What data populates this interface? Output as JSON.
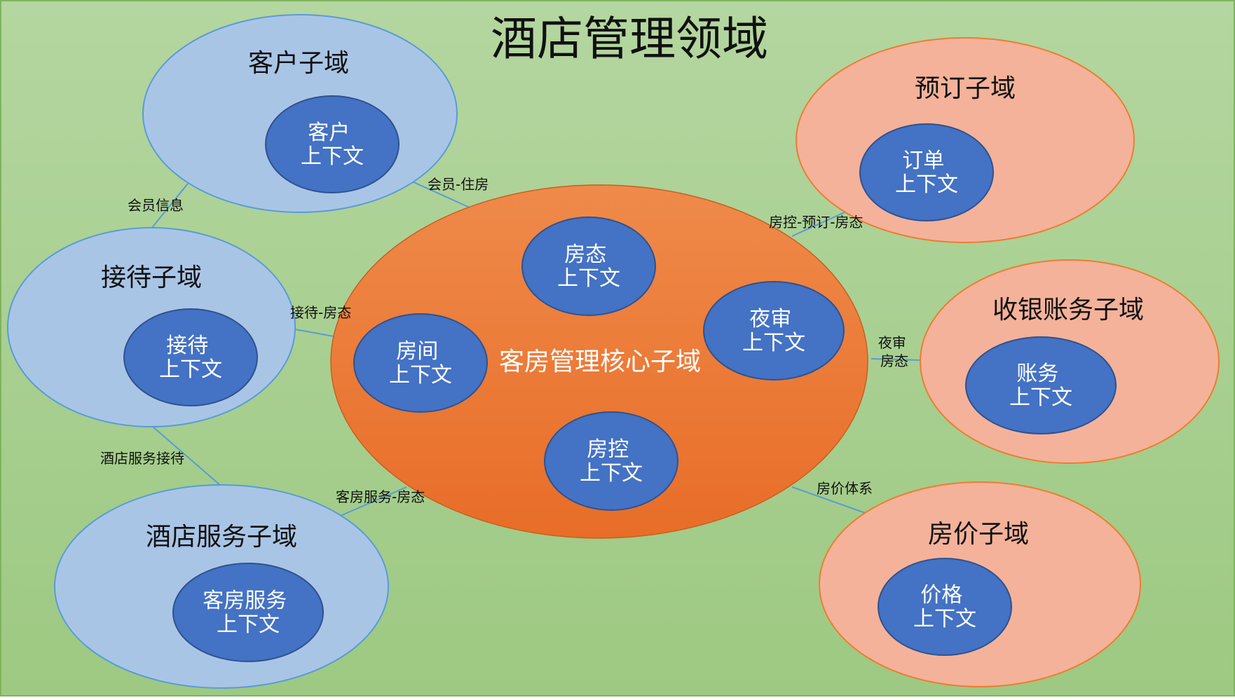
{
  "title": "酒店管理领域",
  "colors": {
    "background": "#a9d18e",
    "supporting_domain_fill": "#a9c5e6",
    "supporting_domain_stroke": "#5b9bd5",
    "generic_domain_fill": "#f4b29a",
    "generic_domain_stroke": "#ed7d31",
    "core_domain_fill": "#ed7d31",
    "context_fill": "#4472c4",
    "context_stroke": "#2f528f",
    "link_stroke": "#5b9bd5"
  },
  "core": {
    "label": "客房管理核心子域",
    "contexts": {
      "room_state": [
        "房态",
        "上下文"
      ],
      "room": [
        "房间",
        "上下文"
      ],
      "night_audit": [
        "夜审",
        "上下文"
      ],
      "room_control": [
        "房控",
        "上下文"
      ]
    }
  },
  "subdomains": {
    "customer": {
      "label": "客户子域",
      "context": [
        "客户",
        "上下文"
      ]
    },
    "reception": {
      "label": "接待子域",
      "context": [
        "接待",
        "上下文"
      ]
    },
    "hotel_service": {
      "label": "酒店服务子域",
      "context": [
        "客房服务",
        "上下文"
      ]
    },
    "booking": {
      "label": "预订子域",
      "context": [
        "订单",
        "上下文"
      ]
    },
    "cashier": {
      "label": "收银账务子域",
      "context": [
        "账务",
        "上下文"
      ]
    },
    "room_price": {
      "label": "房价子域",
      "context": [
        "价格",
        "上下文"
      ]
    }
  },
  "relations": {
    "member_stay": "会员-住房",
    "member_info": "会员信息",
    "reception_state": "接待-房态",
    "hotel_service_reception": "酒店服务接待",
    "room_service_state": "客房服务-房态",
    "control_booking_state": [
      "房控-预订-房态"
    ],
    "night_audit_state": [
      "夜审",
      "房态"
    ],
    "price_system": "房价体系"
  }
}
